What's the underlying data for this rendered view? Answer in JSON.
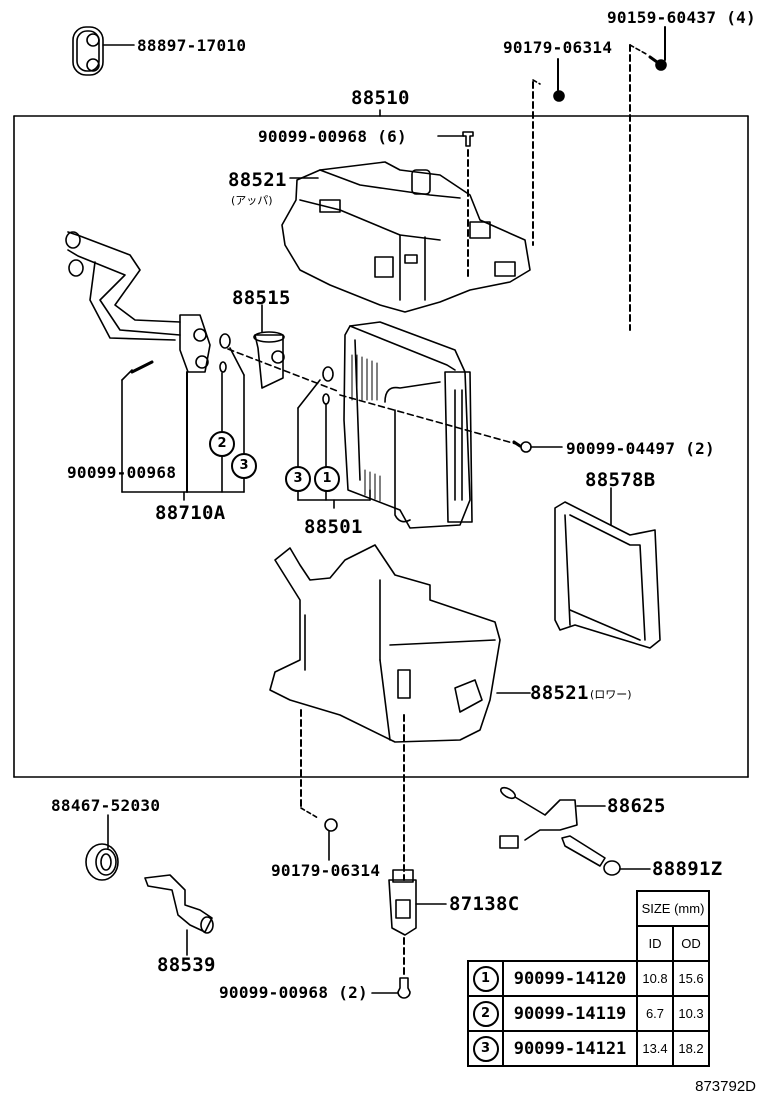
{
  "diagram": {
    "title_code": "873792D",
    "assembly_label": "88510",
    "parts": [
      {
        "id": "88897-17010",
        "label": "88897-17010"
      },
      {
        "id": "90159-60437",
        "label": "90159-60437 (4)"
      },
      {
        "id": "90179-06314-top",
        "label": "90179-06314"
      },
      {
        "id": "90099-00968-6",
        "label": "90099-00968 (6)"
      },
      {
        "id": "88521-upper",
        "label": "88521",
        "sublabel": "(アッパ)"
      },
      {
        "id": "88515",
        "label": "88515"
      },
      {
        "id": "90099-04497",
        "label": "90099-04497 (2)"
      },
      {
        "id": "90099-00968",
        "label": "90099-00968"
      },
      {
        "id": "88710A",
        "label": "88710A"
      },
      {
        "id": "88501",
        "label": "88501"
      },
      {
        "id": "88578B",
        "label": "88578B"
      },
      {
        "id": "88521-lower",
        "label": "88521",
        "sublabel": "(ロワー)"
      },
      {
        "id": "88467-52030",
        "label": "88467-52030"
      },
      {
        "id": "88625",
        "label": "88625"
      },
      {
        "id": "88891Z",
        "label": "88891Z"
      },
      {
        "id": "90179-06314-bottom",
        "label": "90179-06314"
      },
      {
        "id": "87138C",
        "label": "87138C"
      },
      {
        "id": "88539",
        "label": "88539"
      },
      {
        "id": "90099-00968-2",
        "label": "90099-00968 (2)"
      }
    ],
    "callouts": {
      "pipe_2": "2",
      "pipe_3": "3",
      "evap_3": "3",
      "evap_1": "1"
    }
  },
  "size_table": {
    "header": "SIZE (mm)",
    "columns": [
      "ID",
      "OD"
    ],
    "rows": [
      {
        "ref": "1",
        "part": "90099-14120",
        "id": "10.8",
        "od": "15.6"
      },
      {
        "ref": "2",
        "part": "90099-14119",
        "id": "6.7",
        "od": "10.3"
      },
      {
        "ref": "3",
        "part": "90099-14121",
        "id": "13.4",
        "od": "18.2"
      }
    ]
  }
}
